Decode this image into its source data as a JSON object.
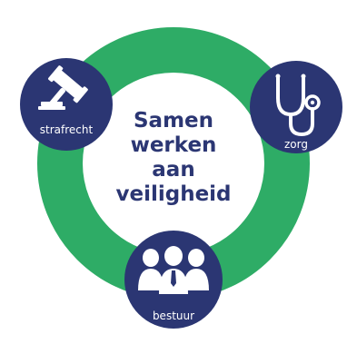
{
  "center": {
    "lines": [
      "Samen",
      "werken",
      "aan",
      "veiligheid"
    ]
  },
  "nodes": [
    {
      "key": "strafrecht",
      "label": "strafrecht",
      "icon": "gavel-icon"
    },
    {
      "key": "zorg",
      "label": "zorg",
      "icon": "stethoscope-icon"
    },
    {
      "key": "bestuur",
      "label": "bestuur",
      "icon": "people-group-icon"
    }
  ],
  "colors": {
    "ring": "#2eac66",
    "node": "#2b3673",
    "center_text": "#2b3673",
    "node_text": "#ffffff"
  }
}
